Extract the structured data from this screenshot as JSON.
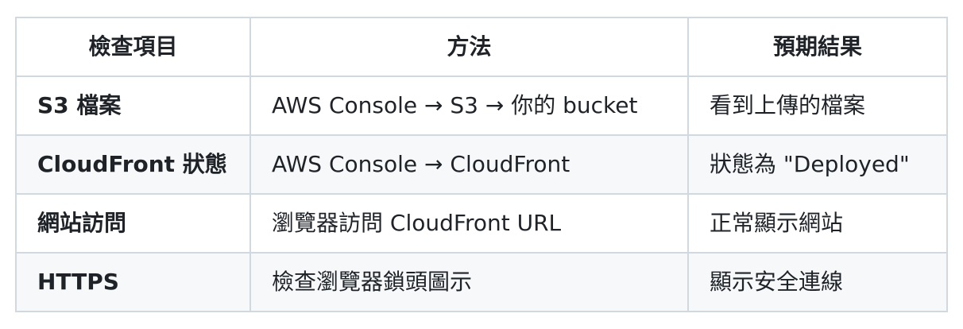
{
  "table": {
    "headers": [
      "檢查項目",
      "方法",
      "預期結果"
    ],
    "rows": [
      [
        "S3 檔案",
        "AWS Console → S3 → 你的 bucket",
        "看到上傳的檔案"
      ],
      [
        "CloudFront 狀態",
        "AWS Console → CloudFront",
        "狀態為 \"Deployed\""
      ],
      [
        "網站訪問",
        "瀏覽器訪問 CloudFront URL",
        "正常顯示網站"
      ],
      [
        "HTTPS",
        "檢查瀏覽器鎖頭圖示",
        "顯示安全連線"
      ]
    ]
  }
}
